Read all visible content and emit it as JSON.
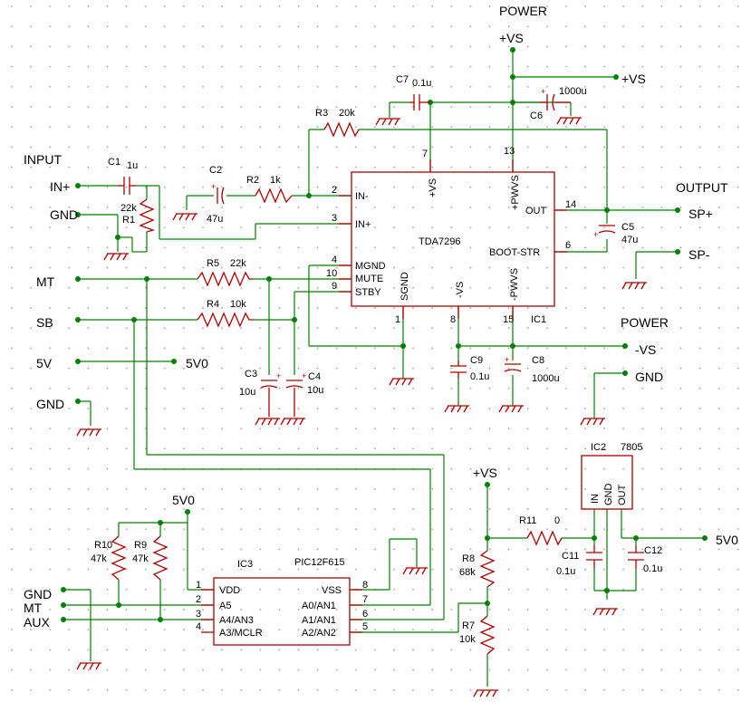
{
  "labels": {
    "power_top": "POWER",
    "vs_top": "+VS",
    "vs_rail": "+VS",
    "input": "INPUT",
    "in_plus": "IN+",
    "gnd_in": "GND",
    "output": "OUTPUT",
    "sp_plus": "SP+",
    "sp_minus": "SP-",
    "power_right": "POWER",
    "neg_vs": "-VS",
    "gnd_right": "GND",
    "mt": "MT",
    "sb": "SB",
    "v5": "5V",
    "v5_net": "5V0",
    "gnd_left": "GND",
    "vs_mid": "+VS",
    "v5_ic3": "5V0",
    "v5_out": "5V0",
    "gnd_b": "GND",
    "mt_b": "MT",
    "aux_b": "AUX"
  },
  "components": {
    "c1": {
      "ref": "C1",
      "value": "1u"
    },
    "r1": {
      "ref": "R1",
      "value": "22k"
    },
    "c2": {
      "ref": "C2",
      "value": "47u"
    },
    "r2": {
      "ref": "R2",
      "value": "1k"
    },
    "r3": {
      "ref": "R3",
      "value": "20k"
    },
    "c7": {
      "ref": "C7",
      "value": "0.1u"
    },
    "c6": {
      "ref": "C6",
      "value": "1000u"
    },
    "c5": {
      "ref": "C5",
      "value": "47u"
    },
    "r5": {
      "ref": "R5",
      "value": "22k"
    },
    "r4": {
      "ref": "R4",
      "value": "10k"
    },
    "c3": {
      "ref": "C3",
      "value": "10u"
    },
    "c4": {
      "ref": "C4",
      "value": "10u"
    },
    "c9": {
      "ref": "C9",
      "value": "0.1u"
    },
    "c8": {
      "ref": "C8",
      "value": "1000u"
    },
    "ic1": {
      "ref": "IC1",
      "value": "TDA7296"
    },
    "ic2": {
      "ref": "IC2",
      "value": "7805"
    },
    "ic3": {
      "ref": "IC3",
      "value": "PIC12F615"
    },
    "r11": {
      "ref": "R11",
      "value": "0"
    },
    "c11": {
      "ref": "C11",
      "value": "0.1u"
    },
    "c12": {
      "ref": "C12",
      "value": "0.1u"
    },
    "r8": {
      "ref": "R8",
      "value": "68k"
    },
    "r7": {
      "ref": "R7",
      "value": "10k"
    },
    "r10": {
      "ref": "R10",
      "value": "47k"
    },
    "r9": {
      "ref": "R9",
      "value": "47k"
    }
  },
  "ic1_pins": {
    "in_minus": "IN-",
    "in_plus": "IN+",
    "mgnd": "MGND",
    "mute": "MUTE",
    "stby": "STBY",
    "sgnd": "SGND",
    "neg_vs": "-VS",
    "neg_pwvs": "-PWVS",
    "pos_vs": "+VS",
    "pos_pwvs": "+PWVS",
    "out": "OUT",
    "boot": "BOOT-STR",
    "n2": "2",
    "n3": "3",
    "n4": "4",
    "n10": "10",
    "n9": "9",
    "n1": "1",
    "n8": "8",
    "n15": "15",
    "n7": "7",
    "n13": "13",
    "n14": "14",
    "n6": "6"
  },
  "ic2_pins": {
    "in": "IN",
    "gnd": "GND",
    "out": "OUT"
  },
  "ic3_pins": {
    "vdd": "VDD",
    "a5": "A5",
    "a4": "A4/AN3",
    "a3": "A3/MCLR",
    "vss": "VSS",
    "a0": "A0/AN1",
    "a1": "A1/AN1",
    "a2": "A2/AN2",
    "n1": "1",
    "n2": "2",
    "n3": "3",
    "n4": "4",
    "n8": "8",
    "n7": "7",
    "n6": "6",
    "n5": "5"
  }
}
